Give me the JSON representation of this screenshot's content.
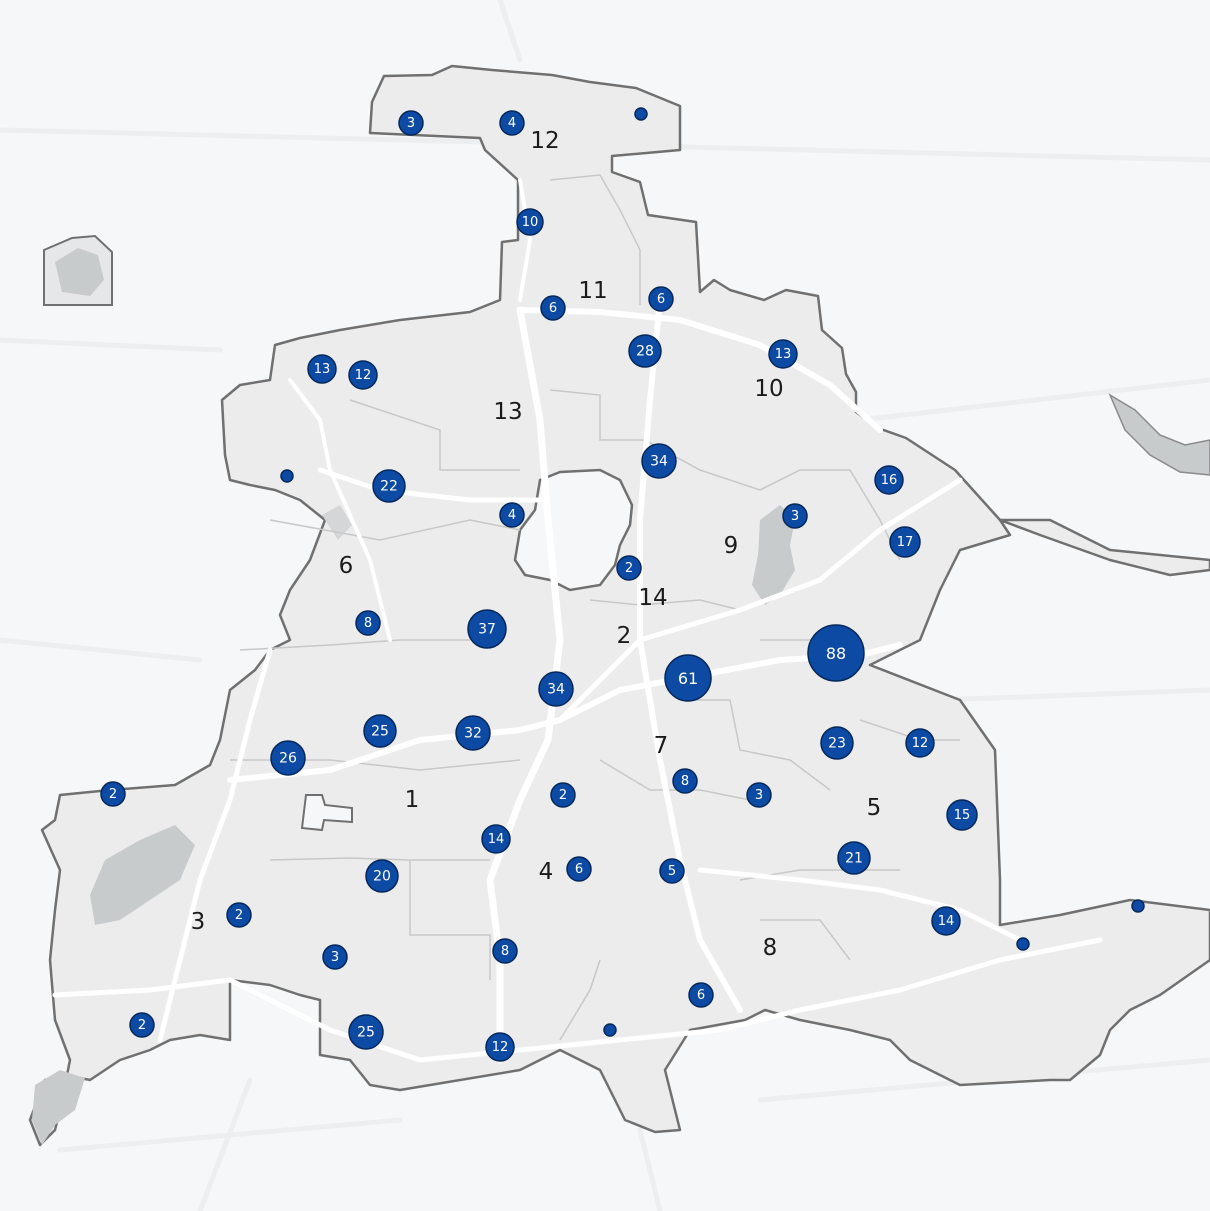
{
  "colors": {
    "background": "#f6f7f8",
    "city_fill": "#ececed",
    "city_outline": "#707070",
    "district_border": "#c8c8c8",
    "road": "#ffffff",
    "water_park": "#c8cbcc",
    "marker_fill": "#0d4aa3",
    "marker_stroke": "#06275a",
    "marker_text": "#ffffff"
  },
  "district_labels": [
    {
      "id": "1",
      "text": "1"
    },
    {
      "id": "2",
      "text": "2"
    },
    {
      "id": "3",
      "text": "3"
    },
    {
      "id": "4",
      "text": "4"
    },
    {
      "id": "5",
      "text": "5"
    },
    {
      "id": "6",
      "text": "6"
    },
    {
      "id": "7",
      "text": "7"
    },
    {
      "id": "8",
      "text": "8"
    },
    {
      "id": "9",
      "text": "9"
    },
    {
      "id": "10",
      "text": "10"
    },
    {
      "id": "11",
      "text": "11"
    },
    {
      "id": "12",
      "text": "12"
    },
    {
      "id": "13",
      "text": "13"
    },
    {
      "id": "14",
      "text": "14"
    }
  ],
  "markers": [
    {
      "value": "3"
    },
    {
      "value": "4"
    },
    {
      "value": ""
    },
    {
      "value": "10"
    },
    {
      "value": "6"
    },
    {
      "value": "6"
    },
    {
      "value": "28"
    },
    {
      "value": "13"
    },
    {
      "value": "13"
    },
    {
      "value": "12"
    },
    {
      "value": ""
    },
    {
      "value": "22"
    },
    {
      "value": "34"
    },
    {
      "value": "16"
    },
    {
      "value": "4"
    },
    {
      "value": "3"
    },
    {
      "value": "17"
    },
    {
      "value": "2"
    },
    {
      "value": "8"
    },
    {
      "value": "37"
    },
    {
      "value": "88"
    },
    {
      "value": "61"
    },
    {
      "value": "34"
    },
    {
      "value": "25"
    },
    {
      "value": "32"
    },
    {
      "value": "26"
    },
    {
      "value": "23"
    },
    {
      "value": "12"
    },
    {
      "value": "2"
    },
    {
      "value": "8"
    },
    {
      "value": "3"
    },
    {
      "value": "2"
    },
    {
      "value": "15"
    },
    {
      "value": "14"
    },
    {
      "value": "20"
    },
    {
      "value": "6"
    },
    {
      "value": "5"
    },
    {
      "value": "21"
    },
    {
      "value": "2"
    },
    {
      "value": "14"
    },
    {
      "value": ""
    },
    {
      "value": ""
    },
    {
      "value": "3"
    },
    {
      "value": "8"
    },
    {
      "value": "6"
    },
    {
      "value": "2"
    },
    {
      "value": "25"
    },
    {
      "value": "12"
    },
    {
      "value": ""
    }
  ]
}
